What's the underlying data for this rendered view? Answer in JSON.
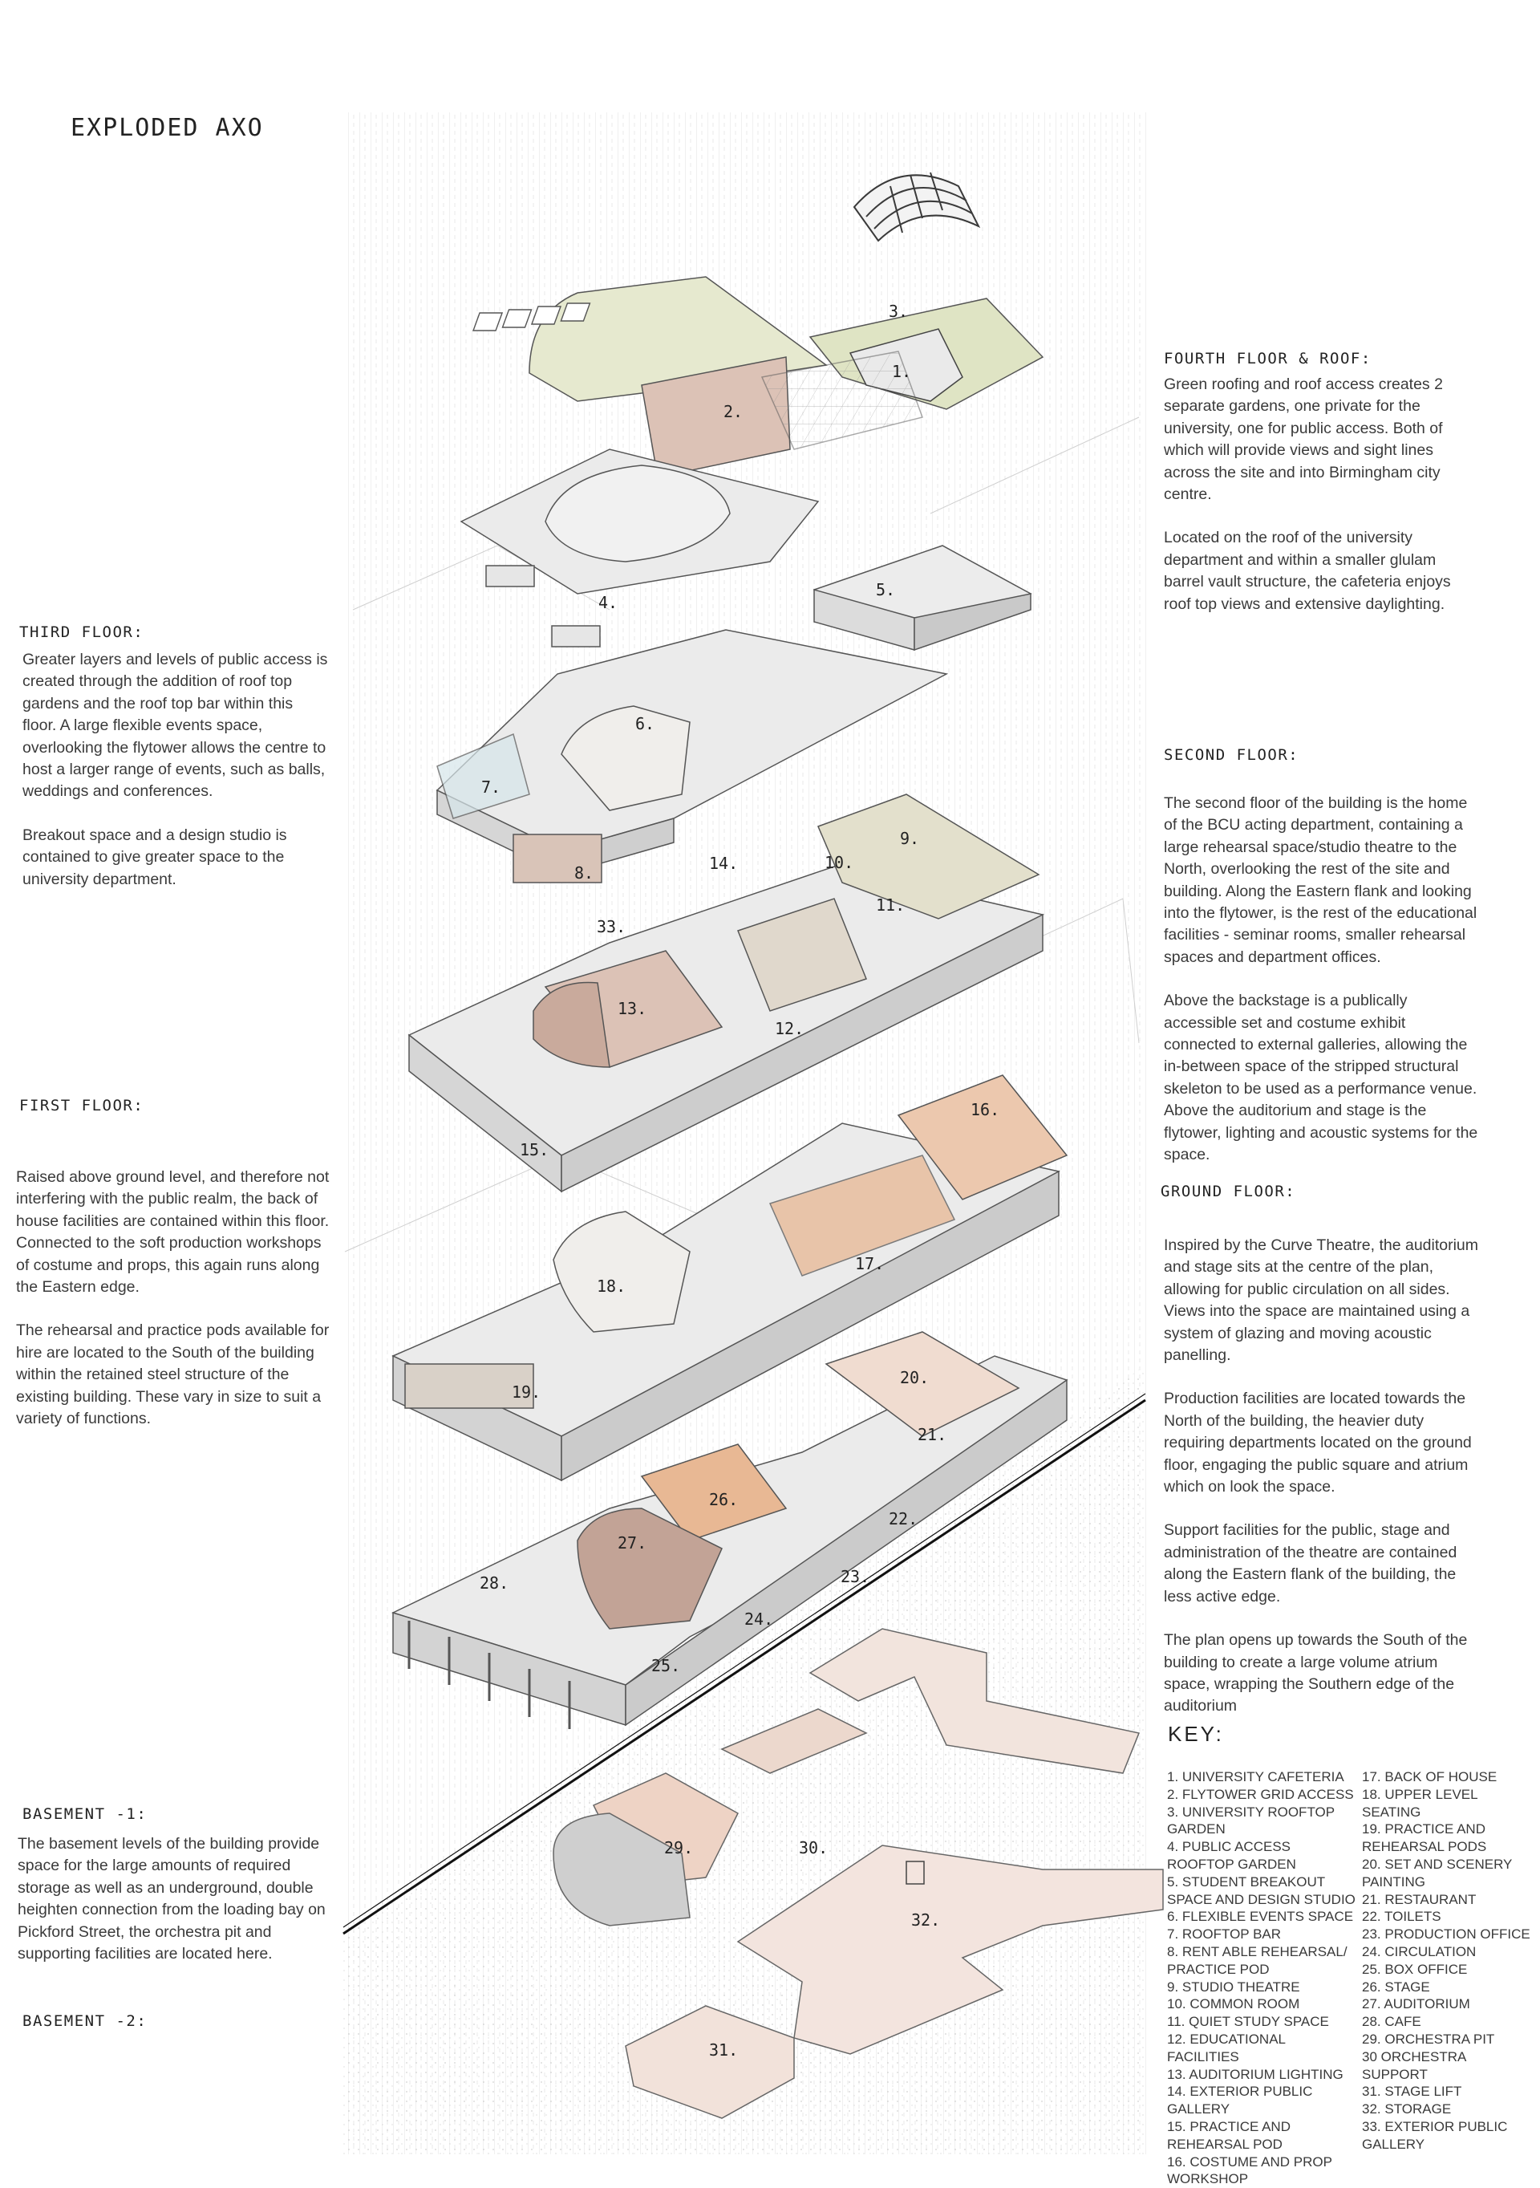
{
  "title": "EXPLODED AXO",
  "colors": {
    "green_roof": "#dfe4c4",
    "auditorium_pink": "#dcc2b6",
    "warm_orange": "#e8b894",
    "grey_floor": "#ebebeb",
    "outline": "#555555"
  },
  "sections": {
    "fourth_floor": {
      "heading": "FOURTH FLOOR & ROOF:",
      "paragraphs": [
        "Green roofing and roof access creates 2 separate gardens, one private for the university, one for public access. Both of which will provide views and sight lines across the site and into Birmingham city centre.",
        "Located on the roof of the university department and within a smaller glulam barrel vault structure, the cafeteria enjoys roof top views and extensive daylighting."
      ]
    },
    "third_floor": {
      "heading": "THIRD FLOOR:",
      "paragraphs": [
        "Greater layers and levels of public access is created through the addition of roof top gardens and the roof top bar within this floor. A large flexible events space, overlooking the flytower allows the centre to host a larger range of events, such as balls, weddings and conferences.",
        "Breakout space and a design studio is contained to give greater space to the university department."
      ]
    },
    "second_floor": {
      "heading": "SECOND FLOOR:",
      "paragraphs": [
        "The second floor of the building is the home of the BCU acting department, containing a large rehearsal space/studio theatre to the North, overlooking the rest of the site and building. Along the Eastern flank and looking into the flytower, is the rest of the educational facilities - seminar rooms, smaller rehearsal spaces and department offices.",
        "Above the backstage is a publically accessible set and costume exhibit connected to external galleries, allowing the in-between space of the stripped structural skeleton to be used as a performance venue. Above the auditorium and stage is the flytower, lighting and acoustic systems for the space."
      ]
    },
    "first_floor": {
      "heading": "FIRST FLOOR:",
      "paragraphs": [
        "Raised above ground level, and therefore not interfering with the public realm, the back of house facilities are contained within this floor. Connected to the soft production workshops of costume and props, this again runs along the Eastern edge.",
        "The rehearsal and practice pods available for hire are located to the South of the building within the retained steel structure of the existing building. These vary in size to suit a variety of functions."
      ]
    },
    "ground_floor": {
      "heading": "GROUND FLOOR:",
      "paragraphs": [
        "Inspired by the Curve Theatre, the auditorium and stage sits at the centre of the plan, allowing for public circulation on all sides. Views into the space are maintained using a system of glazing and moving acoustic panelling.",
        "Production facilities are located towards the North of the building, the heavier duty requiring departments located on the ground floor, engaging the public square and atrium which on look the space.",
        "Support facilities for the public, stage and administration of the theatre are contained along the Eastern flank of the building, the less active edge.",
        "The plan opens up towards the South of the building to create a large volume atrium space, wrapping the Southern edge of the auditorium"
      ]
    },
    "basement_1": {
      "heading": "BASEMENT -1:",
      "paragraphs": [
        "The basement levels of the building provide space for the large amounts of required storage as well as an underground, double heighten connection from the loading bay on Pickford Street, the orchestra pit and supporting facilities are located here."
      ]
    },
    "basement_2": {
      "heading": "BASEMENT -2:"
    }
  },
  "key": {
    "title": "KEY:",
    "col1": [
      "1. UNIVERSITY CAFETERIA",
      "2. FLYTOWER GRID ACCESS",
      "3. UNIVERSITY ROOFTOP\nGARDEN",
      "4. PUBLIC ACCESS\nROOFTOP GARDEN",
      "5. STUDENT BREAKOUT\nSPACE AND DESIGN STUDIO",
      "6. FLEXIBLE EVENTS SPACE",
      "7. ROOFTOP BAR",
      "8. RENT ABLE REHEARSAL/\nPRACTICE POD",
      "9. STUDIO THEATRE",
      "10. COMMON ROOM",
      "11. QUIET STUDY SPACE",
      "12. EDUCATIONAL FACILITIES",
      "13. AUDITORIUM LIGHTING",
      "14. EXTERIOR PUBLIC\nGALLERY",
      "15.  PRACTICE AND\nREHEARSAL POD",
      "16. COSTUME AND PROP\nWORKSHOP"
    ],
    "col2": [
      "17. BACK OF HOUSE",
      "18. UPPER LEVEL SEATING",
      "19. PRACTICE AND\nREHEARSAL PODS",
      "20. SET AND SCENERY\nPAINTING",
      "21. RESTAURANT",
      "22. TOILETS",
      "23. PRODUCTION OFFICE",
      "24. CIRCULATION",
      "25. BOX OFFICE",
      "26. STAGE",
      "27. AUDITORIUM",
      "28. CAFE",
      "29. ORCHESTRA PIT",
      "30 ORCHESTRA SUPPORT",
      "31. STAGE LIFT",
      "32. STORAGE",
      "33. EXTERIOR PUBLIC\nGALLERY"
    ]
  },
  "drawing_labels": {
    "l1": "1.",
    "l2": "2.",
    "l3": "3.",
    "l4": "4.",
    "l5": "5.",
    "l6": "6.",
    "l7": "7.",
    "l8": "8.",
    "l9": "9.",
    "l10": "10.",
    "l11": "11.",
    "l12": "12.",
    "l13": "13.",
    "l14": "14.",
    "l15": "15.",
    "l16": "16.",
    "l17": "17.",
    "l18": "18.",
    "l19": "19.",
    "l20": "20.",
    "l21": "21.",
    "l22": "22.",
    "l23": "23.",
    "l24": "24.",
    "l25": "25.",
    "l26": "26.",
    "l27": "27.",
    "l28": "28.",
    "l29": "29.",
    "l30": "30.",
    "l31": "31.",
    "l32": "32.",
    "l33": "33."
  }
}
